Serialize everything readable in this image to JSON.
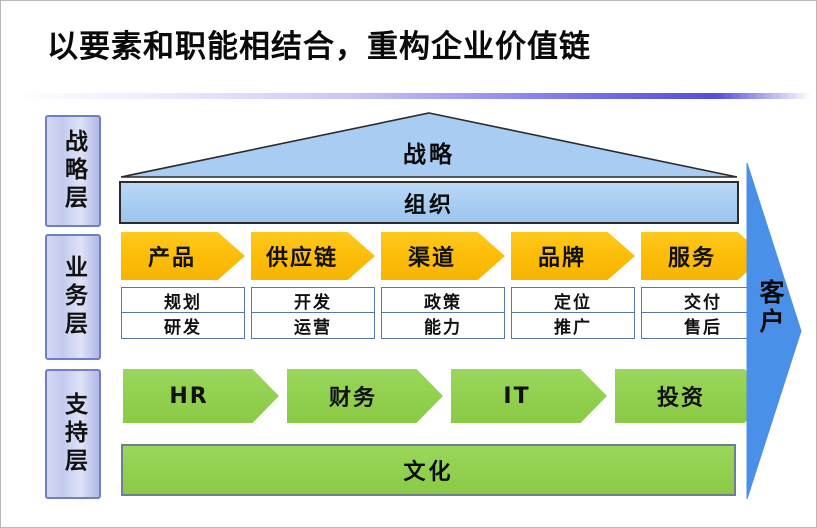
{
  "slide": {
    "title": "以要素和职能相结合，重构企业价值链",
    "background_color": "#ffffff",
    "accent_rule_color": "#5b54e0"
  },
  "layers": [
    {
      "label": "战略层",
      "name": "strategy-layer"
    },
    {
      "label": "业务层",
      "name": "business-layer"
    },
    {
      "label": "支持层",
      "name": "support-layer"
    }
  ],
  "strategy": {
    "roof_label": "战略",
    "roof_color": "#a9cdf2",
    "org_label": "组织",
    "org_color": "#a9cdf2"
  },
  "business": {
    "chevron_color": "#fcbe09",
    "chevrons": [
      {
        "label": "产品"
      },
      {
        "label": "供应链"
      },
      {
        "label": "渠道"
      },
      {
        "label": "品牌"
      },
      {
        "label": "服务"
      }
    ],
    "sub_columns": [
      {
        "top": "规划",
        "bottom": "研发"
      },
      {
        "top": "开发",
        "bottom": "运营"
      },
      {
        "top": "政策",
        "bottom": "能力"
      },
      {
        "top": "定位",
        "bottom": "推广"
      },
      {
        "top": "交付",
        "bottom": "售后"
      }
    ]
  },
  "support": {
    "chevron_color": "#92d050",
    "chevrons": [
      {
        "label": "HR"
      },
      {
        "label": "财务"
      },
      {
        "label": "IT"
      },
      {
        "label": "投资"
      }
    ],
    "culture_label": "文化",
    "culture_color": "#92d050"
  },
  "customer": {
    "label": "客户",
    "arrow_color": "#4a90e8"
  }
}
